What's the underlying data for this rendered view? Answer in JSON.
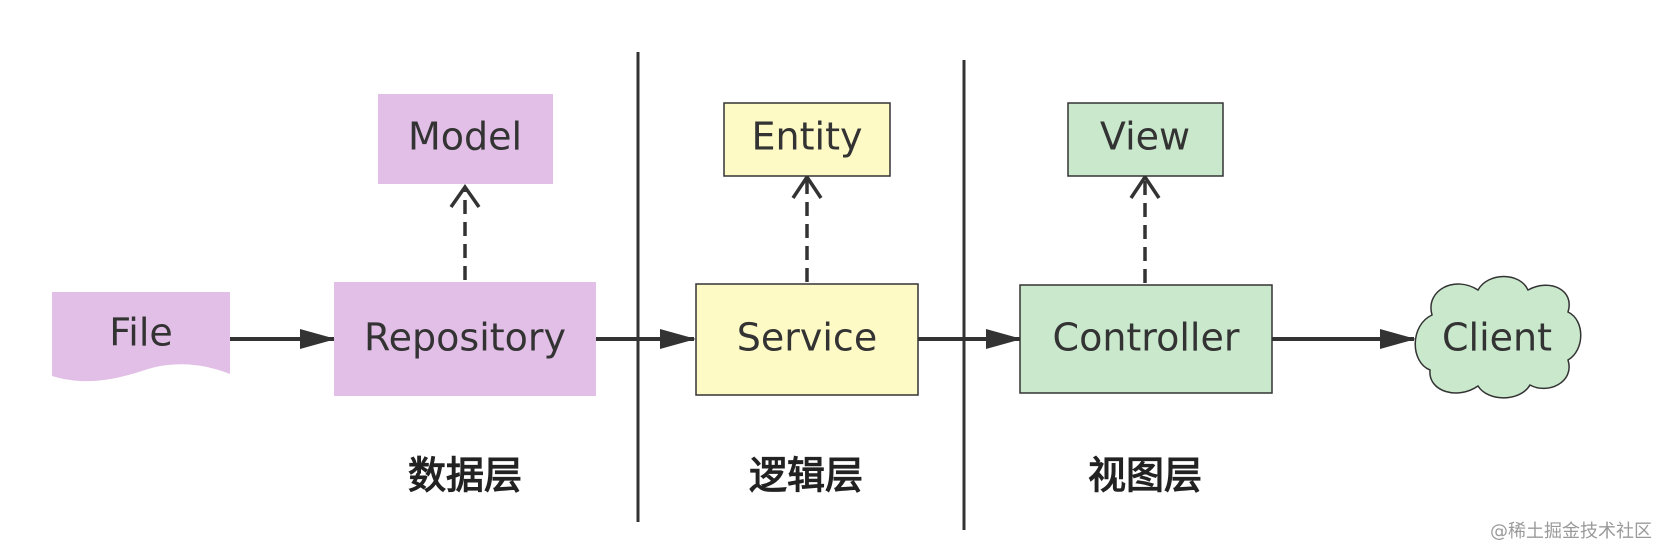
{
  "nodes": {
    "file": "File",
    "repository": "Repository",
    "model": "Model",
    "service": "Service",
    "entity": "Entity",
    "controller": "Controller",
    "view": "View",
    "client": "Client"
  },
  "layers": {
    "data": "数据层",
    "logic": "逻辑层",
    "view": "视图层"
  },
  "watermark": "@稀土掘金技术社区",
  "colors": {
    "data_fill": "#e2bfe6",
    "logic_fill": "#fefac6",
    "view_fill": "#c9e8cc",
    "stroke": "#333333"
  },
  "edges": [
    {
      "from": "File",
      "to": "Repository",
      "style": "solid"
    },
    {
      "from": "Repository",
      "to": "Service",
      "style": "solid"
    },
    {
      "from": "Service",
      "to": "Controller",
      "style": "solid"
    },
    {
      "from": "Controller",
      "to": "Client",
      "style": "solid"
    },
    {
      "from": "Repository",
      "to": "Model",
      "style": "dashed"
    },
    {
      "from": "Service",
      "to": "Entity",
      "style": "dashed"
    },
    {
      "from": "Controller",
      "to": "View",
      "style": "dashed"
    }
  ]
}
